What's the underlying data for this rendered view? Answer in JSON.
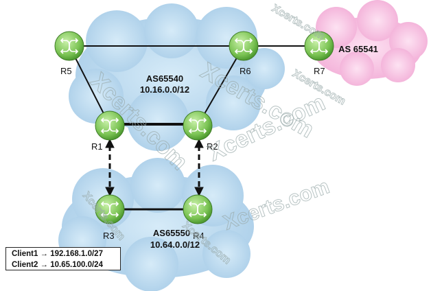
{
  "colors": {
    "as_cloud": "#bcd9ee",
    "external_cloud": "#f7c6e4",
    "router": "#8fd16a",
    "link": "#111111"
  },
  "as_main": {
    "name": "AS65540",
    "prefix": "10.16.0.0/12"
  },
  "as_bottom": {
    "name": "AS65550",
    "prefix": "10.64.0.0/12"
  },
  "as_external": {
    "name": "AS 65541"
  },
  "routers": [
    {
      "id": "r5",
      "label": "R5"
    },
    {
      "id": "r6",
      "label": "R6"
    },
    {
      "id": "r7",
      "label": "R7"
    },
    {
      "id": "r1",
      "label": "R1"
    },
    {
      "id": "r2",
      "label": "R2"
    },
    {
      "id": "r3",
      "label": "R3"
    },
    {
      "id": "r4",
      "label": "R4"
    }
  ],
  "clients": [
    {
      "text": "Client1 → 192.168.1.0/27"
    },
    {
      "text": "Client2 → 10.65.100.0/24"
    }
  ],
  "watermark": "Xcerts.com"
}
